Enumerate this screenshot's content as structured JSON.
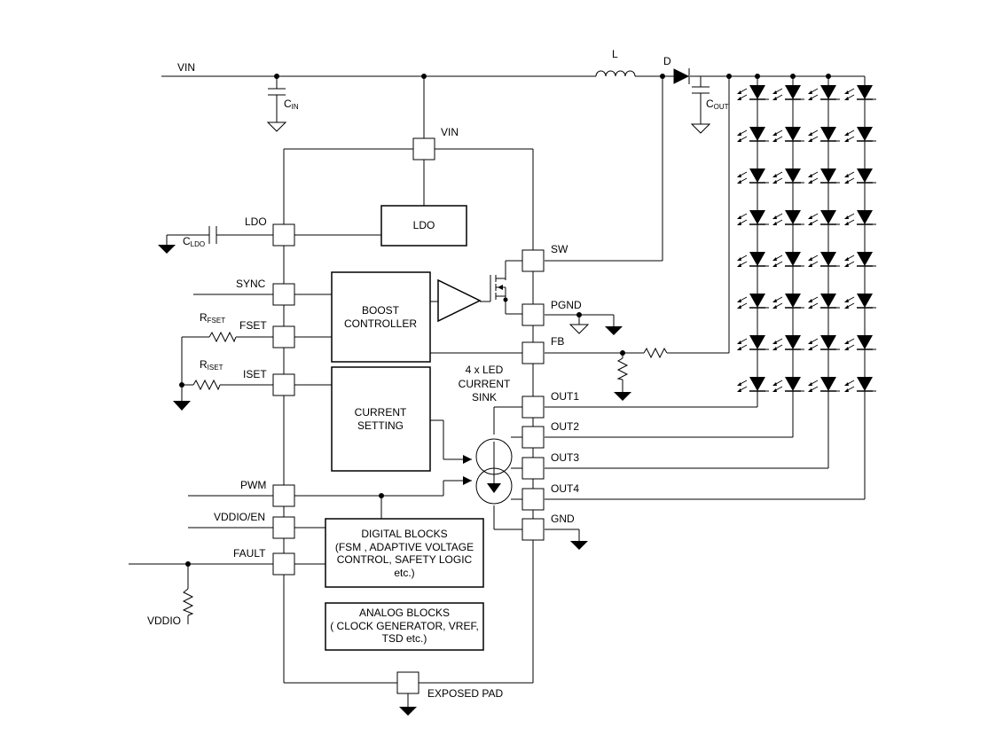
{
  "labels": {
    "vin_top": "VIN",
    "l": "L",
    "d": "D",
    "cin": "C",
    "cin_sub": "IN",
    "cout": "C",
    "cout_sub": "OUT",
    "vin_pin": "VIN",
    "ldo_pin": "LDO",
    "cldo": "C",
    "cldo_sub": "LDO",
    "sync": "SYNC",
    "rfset": "R",
    "rfset_sub": "FSET",
    "fset": "FSET",
    "riset": "R",
    "riset_sub": "ISET",
    "iset": "ISET",
    "pwm": "PWM",
    "vddio_en": "VDDIO/EN",
    "fault": "FAULT",
    "vddio": "VDDIO",
    "sw": "SW",
    "pgnd": "PGND",
    "fb": "FB",
    "out1": "OUT1",
    "out2": "OUT2",
    "out3": "OUT3",
    "out4": "OUT4",
    "gnd": "GND",
    "exposed_pad": "EXPOSED PAD",
    "sink_line1": "4 x LED",
    "sink_line2": "CURRENT",
    "sink_line3": "SINK"
  },
  "blocks": {
    "ldo": "LDO",
    "boost_line1": "BOOST",
    "boost_line2": "CONTROLLER",
    "current_line1": "CURRENT",
    "current_line2": "SETTING",
    "digital_line1": "DIGITAL BLOCKS",
    "digital_line2": "(FSM , ADAPTIVE VOLTAGE",
    "digital_line3": "CONTROL, SAFETY LOGIC",
    "digital_line4": "etc.)",
    "analog_line1": "ANALOG BLOCKS",
    "analog_line2": "( CLOCK GENERATOR, VREF,",
    "analog_line3": "TSD etc.)"
  },
  "led_matrix": {
    "strings": 4,
    "leds_per_string": 8
  }
}
